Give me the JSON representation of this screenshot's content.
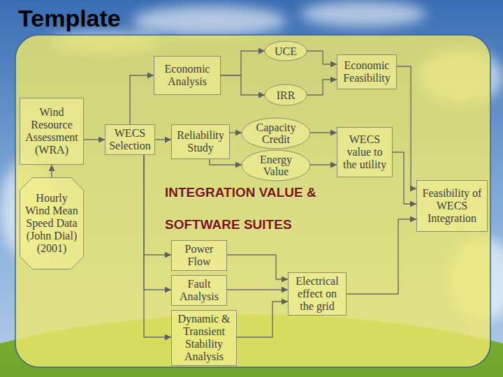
{
  "diagram": {
    "title": "Template",
    "nodes": [
      {
        "text": [
          "Wind Resource Assessment (WRA)"
        ]
      },
      {
        "text": [
          "Hourly Wind Mean Speed Data (John Dial) (2001)"
        ]
      },
      {
        "text": [
          "WECS Selection"
        ]
      },
      {
        "text": [
          "Economic Analysis"
        ]
      },
      {
        "text": [
          "UCE"
        ]
      },
      {
        "text": [
          "IRR"
        ]
      },
      {
        "text": [
          "Economic Feasibility"
        ]
      },
      {
        "text": [
          "Reliability Study"
        ]
      },
      {
        "text": [
          "Capacity Credit"
        ]
      },
      {
        "text": [
          "Energy Value"
        ]
      },
      {
        "text": [
          "WECS value to the utility"
        ]
      },
      {
        "text": [
          "Power Flow"
        ]
      },
      {
        "text": [
          "Fault Analysis"
        ]
      },
      {
        "text": [
          "Dynamic & Transient Stability Analysis"
        ]
      },
      {
        "text": [
          "Electrical effect on the grid"
        ]
      },
      {
        "text": [
          "Feasibility of WECS Integration"
        ]
      }
    ],
    "edges": [
      {
        "from": 1,
        "to": 0,
        "arrow": "to"
      },
      {
        "from": 0,
        "to": 2,
        "arrow": "to"
      },
      {
        "from": 2,
        "to": 3,
        "arrow": "to"
      },
      {
        "from": 2,
        "to": 7,
        "arrow": "to"
      },
      {
        "from": 2,
        "to": 11,
        "arrow": "to"
      },
      {
        "from": 2,
        "to": 12,
        "arrow": "to"
      },
      {
        "from": 2,
        "to": 13,
        "arrow": "to"
      },
      {
        "from": 3,
        "to": 4,
        "arrow": "to"
      },
      {
        "from": 3,
        "to": 5,
        "arrow": "to"
      },
      {
        "from": 4,
        "to": 6,
        "arrow": "to"
      },
      {
        "from": 5,
        "to": 6,
        "arrow": "to"
      },
      {
        "from": 7,
        "to": 8,
        "arrow": "to"
      },
      {
        "from": 7,
        "to": 9,
        "arrow": "to"
      },
      {
        "from": 8,
        "to": 10,
        "arrow": "to"
      },
      {
        "from": 9,
        "to": 10,
        "arrow": "to"
      },
      {
        "from": 11,
        "to": 14,
        "arrow": "to"
      },
      {
        "from": 12,
        "to": 14,
        "arrow": "to"
      },
      {
        "from": 13,
        "to": 14,
        "arrow": "to"
      },
      {
        "from": 6,
        "to": 15,
        "arrow": "to"
      },
      {
        "from": 10,
        "to": 15,
        "arrow": "to"
      },
      {
        "from": 14,
        "to": 15,
        "arrow": "to"
      }
    ],
    "labels": [
      "INTEGRATION VALUE &",
      "SOFTWARE SUITES"
    ]
  }
}
